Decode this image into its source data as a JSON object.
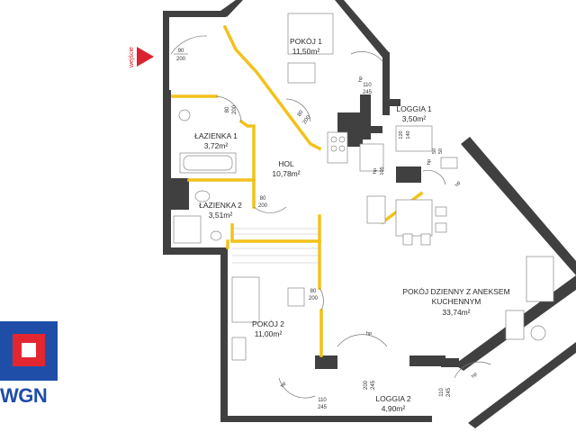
{
  "entrance": {
    "label": "wejście",
    "door_w": "90",
    "door_h": "200"
  },
  "rooms": {
    "pokoj1": {
      "name": "POKÓJ 1",
      "area": "11,50m²"
    },
    "loggia1": {
      "name": "LOGGIA 1",
      "area": "3,50m²"
    },
    "lazienka1": {
      "name": "ŁAZIENKA 1",
      "area": "3,72m²"
    },
    "hol": {
      "name": "HOL",
      "area": "10,78m²"
    },
    "lazienka2": {
      "name": "ŁAZIENKA 2",
      "area": "3,51m²"
    },
    "dzienny": {
      "name": "POKÓJ DZIENNY Z ANEKSEM",
      "name2": "KUCHENNYM",
      "area": "33,74m²"
    },
    "pokoj2": {
      "name": "POKÓJ 2",
      "area": "11,00m²"
    },
    "loggia2": {
      "name": "LOGGIA 2",
      "area": "4,90m²"
    }
  },
  "doors": {
    "d_pokoj1": {
      "w": "80",
      "h": "200"
    },
    "d_laz1": {
      "w": "80",
      "h": "200"
    },
    "d_laz2": {
      "w": "80",
      "h": "200"
    },
    "d_pokoj2": {
      "w": "80",
      "h": "200"
    },
    "d_loggia1_top": {
      "w": "110",
      "h": "245"
    },
    "d_loggia1_mid": {
      "w": "120",
      "h": "140"
    },
    "d_loggia1_small": {
      "w": "50",
      "h": "50"
    },
    "d_loggia2_mid": {
      "w": "200",
      "h": "245"
    },
    "d_loggia2_left": {
      "w": "110",
      "h": "245"
    },
    "d_loggia2_right": {
      "w": "110",
      "h": "245"
    }
  },
  "hp_labels": {
    "a": "hp",
    "b": "hp",
    "c": "hp",
    "d": "hp",
    "e": "hp",
    "f": "hp",
    "g": "hp"
  },
  "sanitary": {
    "hp105": "105"
  },
  "logo": {
    "text": "WGN"
  },
  "colors": {
    "walls": "#404040",
    "partitions": "#f2c21b",
    "entry_arrow": "#d9232e",
    "logo_blue": "#1f4ea8",
    "logo_red": "#e3262f"
  }
}
